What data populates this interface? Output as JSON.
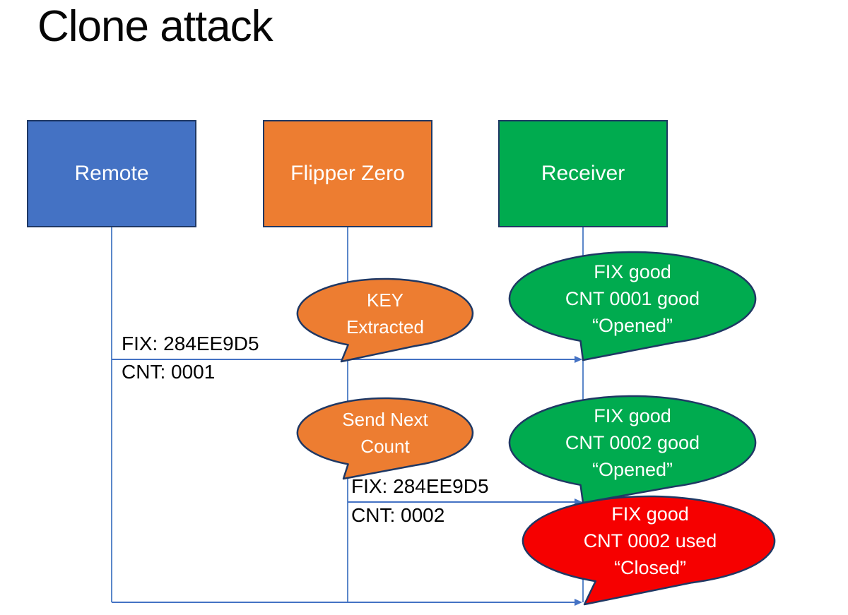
{
  "title": "Clone attack",
  "colors": {
    "remote_blue": "#4472C4",
    "flipper_orange": "#ED7D31",
    "receiver_green": "#00AB4F",
    "alert_red": "#F60000",
    "outline_navy": "#1F3864",
    "line_blue": "#4472C4"
  },
  "actors": [
    {
      "label": "Remote"
    },
    {
      "label": "Flipper Zero"
    },
    {
      "label": "Receiver"
    }
  ],
  "messages": {
    "m1": {
      "line1": "FIX: 284EE9D5",
      "line2": "CNT: 0001"
    },
    "m2": {
      "line1": "FIX: 284EE9D5",
      "line2": "CNT: 0002"
    }
  },
  "callouts": {
    "key_extracted": {
      "lines": [
        "KEY",
        "Extracted"
      ]
    },
    "opened_1": {
      "lines": [
        "FIX good",
        "CNT 0001 good",
        "“Opened”"
      ]
    },
    "send_next_count": {
      "lines": [
        "Send Next",
        "Count"
      ]
    },
    "opened_2": {
      "lines": [
        "FIX good",
        "CNT 0002 good",
        "“Opened”"
      ]
    },
    "closed": {
      "lines": [
        "FIX good",
        "CNT 0002 used",
        "“Closed”"
      ]
    }
  }
}
